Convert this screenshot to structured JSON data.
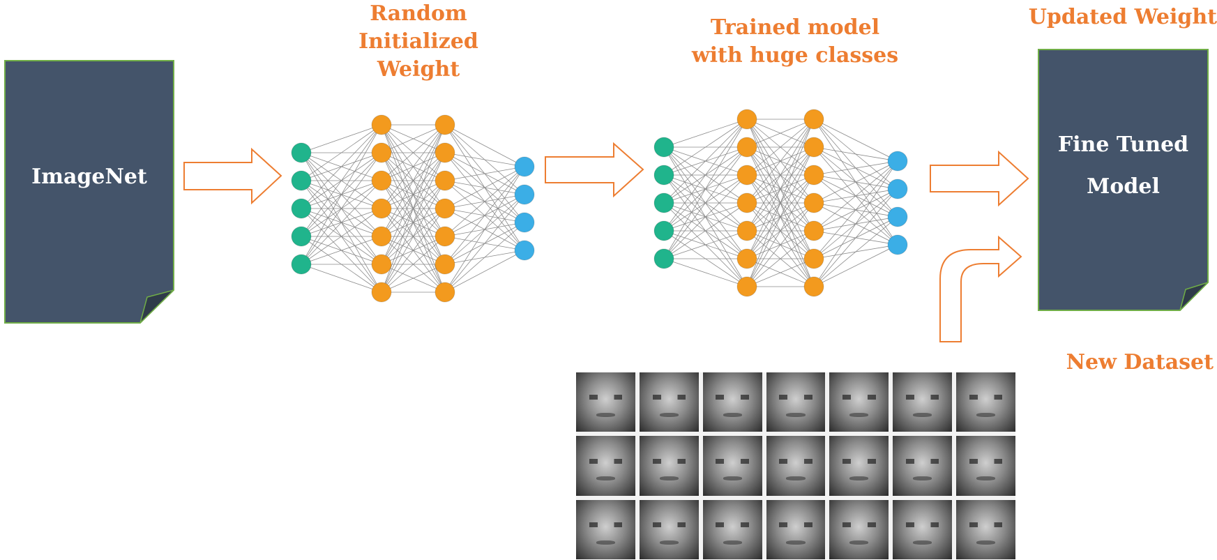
{
  "labels": {
    "imagenet": "ImageNet",
    "random_weight": [
      "Random",
      "Initialized",
      "Weight"
    ],
    "trained_model": [
      "Trained model",
      "with huge classes"
    ],
    "updated_weight": "Updated Weight",
    "fine_tuned": [
      "Fine Tuned",
      "Model"
    ],
    "new_dataset": "New Dataset"
  },
  "colors": {
    "accent": "#ED7D31",
    "document": "#44546A",
    "document_border": "#70AD47",
    "input_node": "#20B48C",
    "hidden_node": "#F39A1E",
    "output_node": "#3BAEE6"
  },
  "network": {
    "layers": [
      5,
      7,
      7,
      4
    ]
  },
  "dataset": {
    "face_grid": {
      "rows": 3,
      "cols": 7
    }
  }
}
